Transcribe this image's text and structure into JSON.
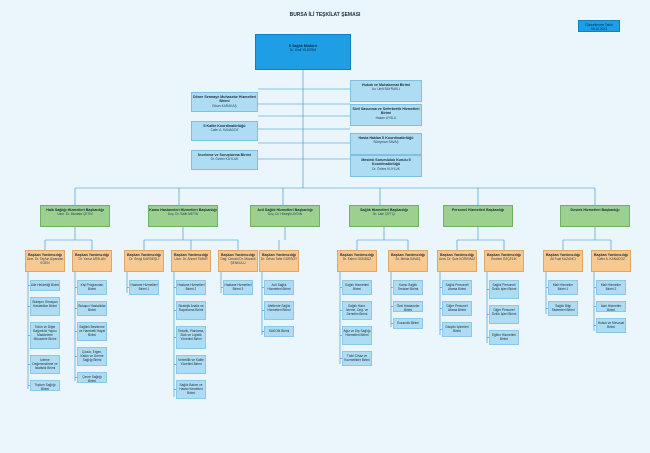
{
  "title": "BURSA İLİ TEŞKİLAT ŞEMASI",
  "updated": {
    "label": "Güncellenme Tarihi",
    "date": "09.10.2023"
  },
  "director": {
    "title": "İl Sağlık Müdürü",
    "name": "Dr. Ümit YILDIRIM"
  },
  "left_units": [
    {
      "title": "Döner Sermaye Muhasebe Hizmetleri Birimi",
      "name": "Erkan KARAKAŞ"
    },
    {
      "title": "İl Kalite Koordinatörlüğü",
      "name": "Cafer A. KANADOZ"
    },
    {
      "title": "İnceleme ve Soruşturma Birimi",
      "name": "Dr. Özlem KUYLUK"
    }
  ],
  "right_units": [
    {
      "title": "Hukuk ve Muhakemat Birimi",
      "name": "Av. Ümit BAYRAKLI"
    },
    {
      "title": "Sivil Savunma ve Seferberlik Hizmetleri Birimi",
      "name": "Hakan UYSLU"
    },
    {
      "title": "Hasta Hakları İl Koordinatörlüğü",
      "name": "Süleyman SAVAŞ"
    },
    {
      "title": "Mesleki Sorumluluk Kurulu İl Koordinatörlüğü",
      "name": "Dr. Özlem KUYLUK"
    }
  ],
  "departments": [
    {
      "title": "Halk Sağlığı Hizmetleri Başkanlığı",
      "name": "Uzm. Dr. Mustafa ÇETİN"
    },
    {
      "title": "Kamu Hastaneleri Hizmetleri Başkanlığı",
      "name": "Doç. Dr. Salih METİN"
    },
    {
      "title": "Acil Sağlık Hizmetleri Başkanlığı",
      "name": "Doç. Dr. Hüseyin AYDIN"
    },
    {
      "title": "Sağlık Hizmetleri Başkanlığı",
      "name": "Dr. Lale ÇİFTÇİ"
    },
    {
      "title": "Personel Hizmetleri Başkanlığı",
      "name": ""
    },
    {
      "title": "Destek Hizmetleri Başkanlığı",
      "name": ""
    }
  ],
  "deputies": [
    {
      "title": "Başkan Yardımcılığı",
      "name": "Uzm. Dr. Tayfun Alparslan EGEN"
    },
    {
      "title": "Başkan Yardımcılığı",
      "name": "Dr. Yavuz ARSLAN"
    },
    {
      "title": "Başkan Yardımcılığı",
      "name": "Dr. Sevgi KARDEŞLİ"
    },
    {
      "title": "Başkan Yardımcılığı",
      "name": "Uzm. Dr. Ahmet TİMUR"
    },
    {
      "title": "Başkan Yardımcılığı",
      "name": "Dağ. Cerrahi Dr. Mücahit ŞENKULU"
    },
    {
      "title": "Başkan Yardımcılığı",
      "name": "Dr. Orhan Tahir GÜRSOY"
    },
    {
      "title": "Başkan Yardımcılığı",
      "name": "Dr. Fahrin GÜNDÜZ"
    },
    {
      "title": "Başkan Yardımcılığı",
      "name": "Dr. Melda SAVAŞ"
    },
    {
      "title": "Başkan Yardımcılığı",
      "name": "Uzm. Dr. Şule KORKMAZ"
    },
    {
      "title": "Başkan Yardımcılığı",
      "name": "İbrahim ÖZÇELİK"
    },
    {
      "title": "Başkan Yardımcılığı",
      "name": "Ali Fuat KAZANCI"
    },
    {
      "title": "Başkan Yardımcılığı",
      "name": "Cafer A. KANADOZ"
    }
  ],
  "leaves": [
    [
      "Aile Hekimliği Birimi",
      "Bulaşıcı Olmayan Hastalıklar Birimi",
      "Tütün ve Diğer Bağımlılık Yapıcı Maddelerle Mücadele Birimi",
      "İzleme Değerlendirme ve İstatistik Birimi",
      "Toplum Sağlığı Birimi"
    ],
    [
      "Kişi Programları Birimi",
      "Bulaşıcı Hastalıklar Birimi",
      "Sağlıklı Beslenme ve Hareketli Hayat Birimi",
      "Çocuk, Ergen, Kadın ve Üreme Sağlığı Birimi",
      "Çevre Sağlığı Birimi"
    ],
    [
      "Hastane Hizmetleri Birimi 1"
    ],
    [
      "Hastane Hizmetleri Birimi 2",
      "Stratejik Analiz ve Raporlama Birimi",
      "Tedarik, Planlama, Stok ve Lojistik Yönetimi Birimi",
      "Verimlilik ve Kalite Yönetimi Birimi",
      "Sağlık Bakım ve Hasta Hizmetleri Birimi"
    ],
    [
      "Hastane Hizmetleri Birimi 3"
    ],
    [
      "Acil Sağlık Hizmetleri Birimi",
      "Afetlerde Sağlık Hizmetleri Birimi",
      "SAKOM Birimi"
    ],
    [
      "Sağlık Hizmetleri Birimi",
      "Sağlık Hizm. İzleme, Değ. ve Denetim Birimi",
      "Ağız ve Diş Sağlığı Hizmetleri Birimi",
      "Tıbbi Cihaz ve Kozmetikler Birimi"
    ],
    [
      "Kamu Sağlık Tesisleri Birimi",
      "Özel Hastaneler Birimi",
      "Eczacılık Birimi"
    ],
    [
      "Sağlık Personeli Atama Birimi",
      "Diğer Personel Atama Birimi",
      "Disiplin İşlemleri Birimi"
    ],
    [
      "Sağlık Personeli Özlük İşleri Birimi",
      "Diğer Personel Özlük İşleri Birimi",
      "Eğitim Hizmetleri Birimi"
    ],
    [
      "Mali Hizmetler Birimi 1",
      "Sağlık Bilgi Sistemleri Birimi"
    ],
    [
      "Mali Hizmetler Birimi 2",
      "İdari Hizmetler Birimi",
      "Hukuk ve Mevzuat Birimi"
    ]
  ]
}
